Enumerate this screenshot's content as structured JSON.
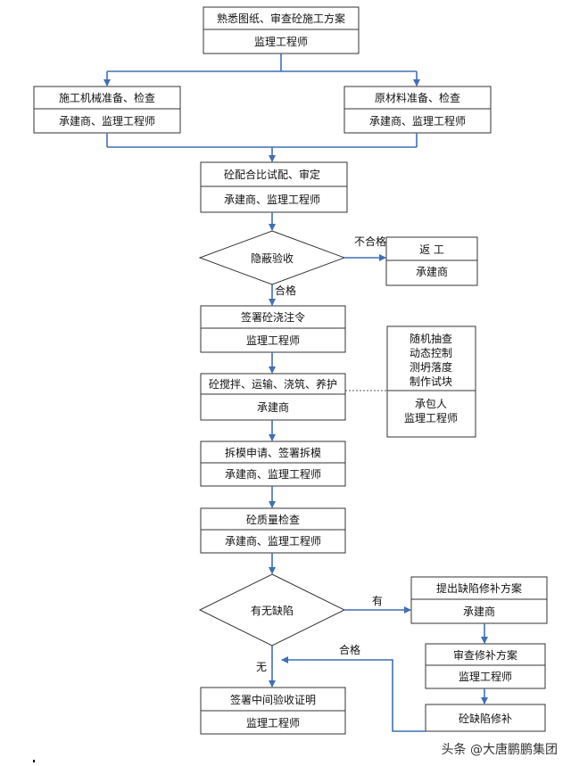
{
  "nodes": {
    "n1": {
      "title": "熟悉图纸、审查砼施工方案",
      "role": "监理工程师"
    },
    "n2l": {
      "title": "施工机械准备、检查",
      "role": "承建商、监理工程师"
    },
    "n2r": {
      "title": "原材料准备、检查",
      "role": "承建商、监理工程师"
    },
    "n3": {
      "title": "砼配合比试配、审定",
      "role": "承建商、监理工程师"
    },
    "d1": {
      "label": "隐蔽验收"
    },
    "rework": {
      "title": "返    工",
      "role": "承建商"
    },
    "n4": {
      "title": "签署砼浇注令",
      "role": "监理工程师"
    },
    "n5": {
      "title": "砼搅拌、运输、浇筑、养护",
      "role": "承建商"
    },
    "side": {
      "lines": [
        "随机抽查",
        "动态控制",
        "测坍落度",
        "制作试块"
      ],
      "role_lines": [
        "承包人",
        "监理工程师"
      ]
    },
    "n6": {
      "title": "拆模申请、签署拆模",
      "role": "承建商、监理工程师"
    },
    "n7": {
      "title": "砼质量检查",
      "role": "承建商、监理工程师"
    },
    "d2": {
      "label": "有无缺陷"
    },
    "r1": {
      "title": "提出缺陷修补方案",
      "role": "承建商"
    },
    "r2": {
      "title": "审查修补方案",
      "role": "监理工程师"
    },
    "r3": {
      "title": "砼缺陷修补"
    },
    "n8": {
      "title": "签署中间验收证明",
      "role": "监理工程师"
    }
  },
  "edge_labels": {
    "fail": "不合格",
    "pass": "合格",
    "has": "有",
    "none": "无",
    "pass2": "合格"
  },
  "watermark": "头条 @大唐鹏鹏集团",
  "colors": {
    "arrow": "#3f6fb5",
    "border": "#333333"
  }
}
